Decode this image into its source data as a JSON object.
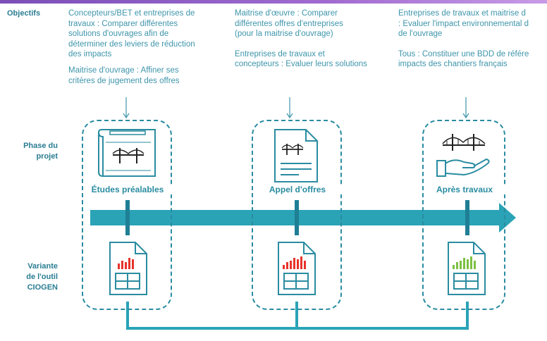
{
  "header": {
    "accent_color": "#8a5cc4"
  },
  "row_labels": {
    "objectifs": "Objectifs",
    "phase_line1": "Phase du",
    "phase_line2": "projet",
    "variante_line1": "Variante",
    "variante_line2": "de l'outil",
    "variante_line3": "CIOGEN"
  },
  "objectives": [
    {
      "paragraphs": [
        [
          "Concepteurs/BET et entreprises de",
          "travaux : Comparer différentes",
          "solutions d'ouvrages afin de",
          "déterminer des leviers de réduction",
          "des impacts"
        ],
        [
          "Maitrise d'ouvrage : Affiner ses",
          "critères de jugement des offres"
        ]
      ]
    },
    {
      "paragraphs": [
        [
          "Maitrise d'œuvre : Comparer",
          "différentes offres d'entreprises",
          "(pour la maitrise d'ouvrage)"
        ],
        [
          "Entreprises de travaux et",
          "concepteurs : Evaluer leurs solutions"
        ]
      ]
    },
    {
      "paragraphs": [
        [
          "Entreprises de travaux et maitrise d",
          ": Evaluer l'impact environnemental d",
          "de l'ouvrage"
        ],
        [
          "Tous : Constituer une BDD de référe",
          "impacts des chantiers français"
        ]
      ]
    }
  ],
  "phases": [
    {
      "label": "Études préalables",
      "icon": "bridge-blueprint-icon",
      "chart_icon": "red-bar-chart-document-icon",
      "bar_color": "#e8332a"
    },
    {
      "label": "Appel d'offres",
      "icon": "tender-document-icon",
      "chart_icon": "red-bar-chart-document-icon",
      "bar_color": "#e8332a"
    },
    {
      "label": "Après travaux",
      "icon": "bridge-on-hand-icon",
      "chart_icon": "green-bar-chart-document-icon",
      "bar_color": "#7cc043"
    }
  ],
  "colors": {
    "teal": "#2aa3b6",
    "dark_teal": "#1f7f95",
    "text_teal": "#3e95ab",
    "label_teal": "#2a7d93"
  }
}
